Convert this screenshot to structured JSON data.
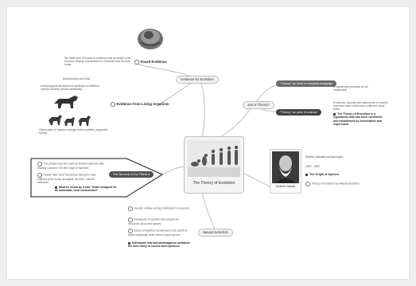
{
  "center": {
    "title": "The Theory of Evolution"
  },
  "evidence": {
    "hub": "Evidence for Evolution",
    "fossil_title": "Fossil Evidence",
    "fossil_note": "We have tons of fossils of creatures that no longer exist but bear striking resemblance to creatures that do exist today.",
    "living_title": "Evidence from Living Organism",
    "living_notes": [
      "Biochemistry and DNA",
      "Embryological development (embryos of different species develop almost identically)",
      "Observation of species change (extremophiles, peppered moths)"
    ]
  },
  "theory": {
    "hub": "Just a Theory?",
    "popular": "\"Theory\" as used in everyday language",
    "popular_note": "A hypothesis proposed as an explanation",
    "science": "\"Theory\" as used in science",
    "science_note": "In science, theories are statements or models that have been tested and confirmed many times",
    "conclusion": "The Theory of Evolution is a hypothesis that has been confirmed and established by observation and experiment"
  },
  "survival": {
    "title": "The Survival of the Fittest",
    "items": [
      "The phrase was first used by Herbert Spencer after reading Darwin's \"On the Origin of Species\"",
      "Darwin later used the phrase himself in later editions of the book, alongside the term \"natural selection\"",
      "What he meant by it was \"better designed for an immediate, local environment\""
    ]
  },
  "darwin": {
    "caption": "Charles Darwin",
    "notes": [
      "English naturalist and geologist",
      "1809 - 1882",
      "The Origin of Species",
      "Theory of Evolution by Natural Selection"
    ]
  },
  "selection": {
    "hub": "Natural Selection",
    "items": [
      "Genetic variety among individuals in a species",
      "Individuals of species will compete for resources (food and space)",
      "Some competition would lead to the death of some individuals while others would survive",
      "Individuals that had advantageous variations are more likely to survive and reproduce"
    ]
  },
  "colors": {
    "line": "#b5b5b5",
    "dark": "#444444"
  }
}
